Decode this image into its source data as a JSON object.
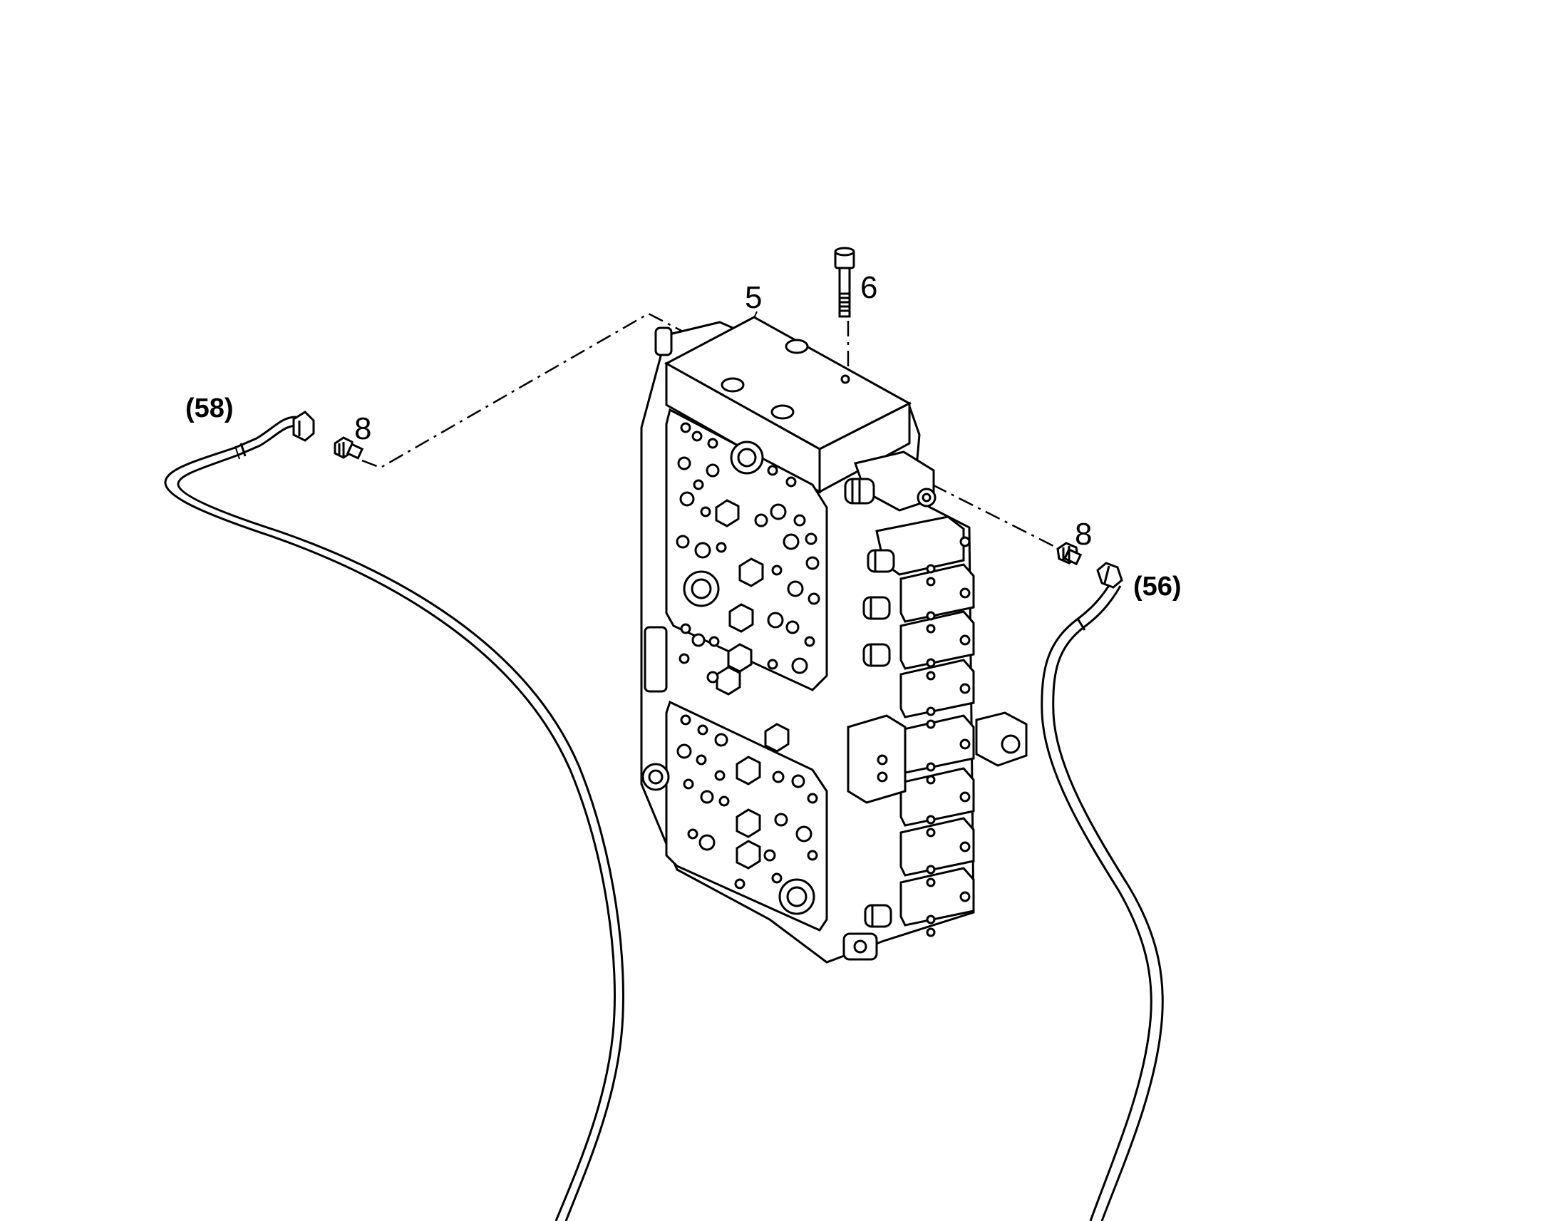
{
  "diagram": {
    "ink_color": "#000000",
    "background": "#ffffff",
    "labels": {
      "valve": "5",
      "bolt": "6",
      "fitting_left": "8",
      "fitting_right": "8",
      "pipe_left": "(58)",
      "pipe_right": "(56)"
    }
  }
}
